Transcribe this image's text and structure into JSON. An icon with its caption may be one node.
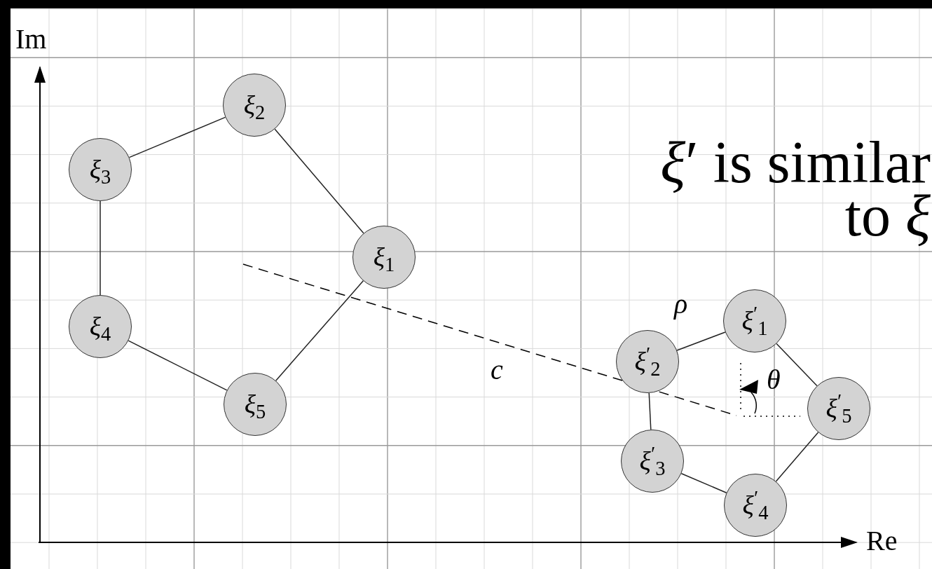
{
  "diagram": {
    "title": "*ξ*′ is similar to *ξ*",
    "nodes": [
      {
        "text": [
          "*ξ*$_{1}$"
        ]
      },
      {
        "text": [
          "*ξ*$_{2}$"
        ]
      },
      {
        "text": [
          "*ξ*$_{3}$"
        ]
      },
      {
        "text": [
          "*ξ*$_{4}$"
        ]
      },
      {
        "text": [
          "*ξ*$_{5}$"
        ]
      },
      {
        "text": [
          "*ξ*$^{′}$$_{1}$"
        ]
      },
      {
        "text": [
          "*ξ*$^{′}$$_{2}$"
        ]
      },
      {
        "text": [
          "*ξ*$^{′}$$_{3}$"
        ]
      },
      {
        "text": [
          "*ξ*$^{′}$$_{4}$"
        ]
      },
      {
        "text": [
          "*ξ*$^{′}$$_{5}$"
        ]
      }
    ],
    "edges": [
      {
        "from": 0,
        "to": 1,
        "arrow": "none"
      },
      {
        "from": 1,
        "to": 2,
        "arrow": "none"
      },
      {
        "from": 2,
        "to": 3,
        "arrow": "none"
      },
      {
        "from": 3,
        "to": 4,
        "arrow": "none"
      },
      {
        "from": 4,
        "to": 0,
        "arrow": "none"
      },
      {
        "from": 5,
        "to": 6,
        "arrow": "none"
      },
      {
        "from": 6,
        "to": 7,
        "arrow": "none"
      },
      {
        "from": 7,
        "to": 8,
        "arrow": "none"
      },
      {
        "from": 8,
        "to": 9,
        "arrow": "none"
      },
      {
        "from": 9,
        "to": 5,
        "arrow": "none"
      }
    ],
    "labels": [
      "Im",
      "*c*",
      "*ρ*",
      "*θ*",
      "Re"
    ]
  }
}
